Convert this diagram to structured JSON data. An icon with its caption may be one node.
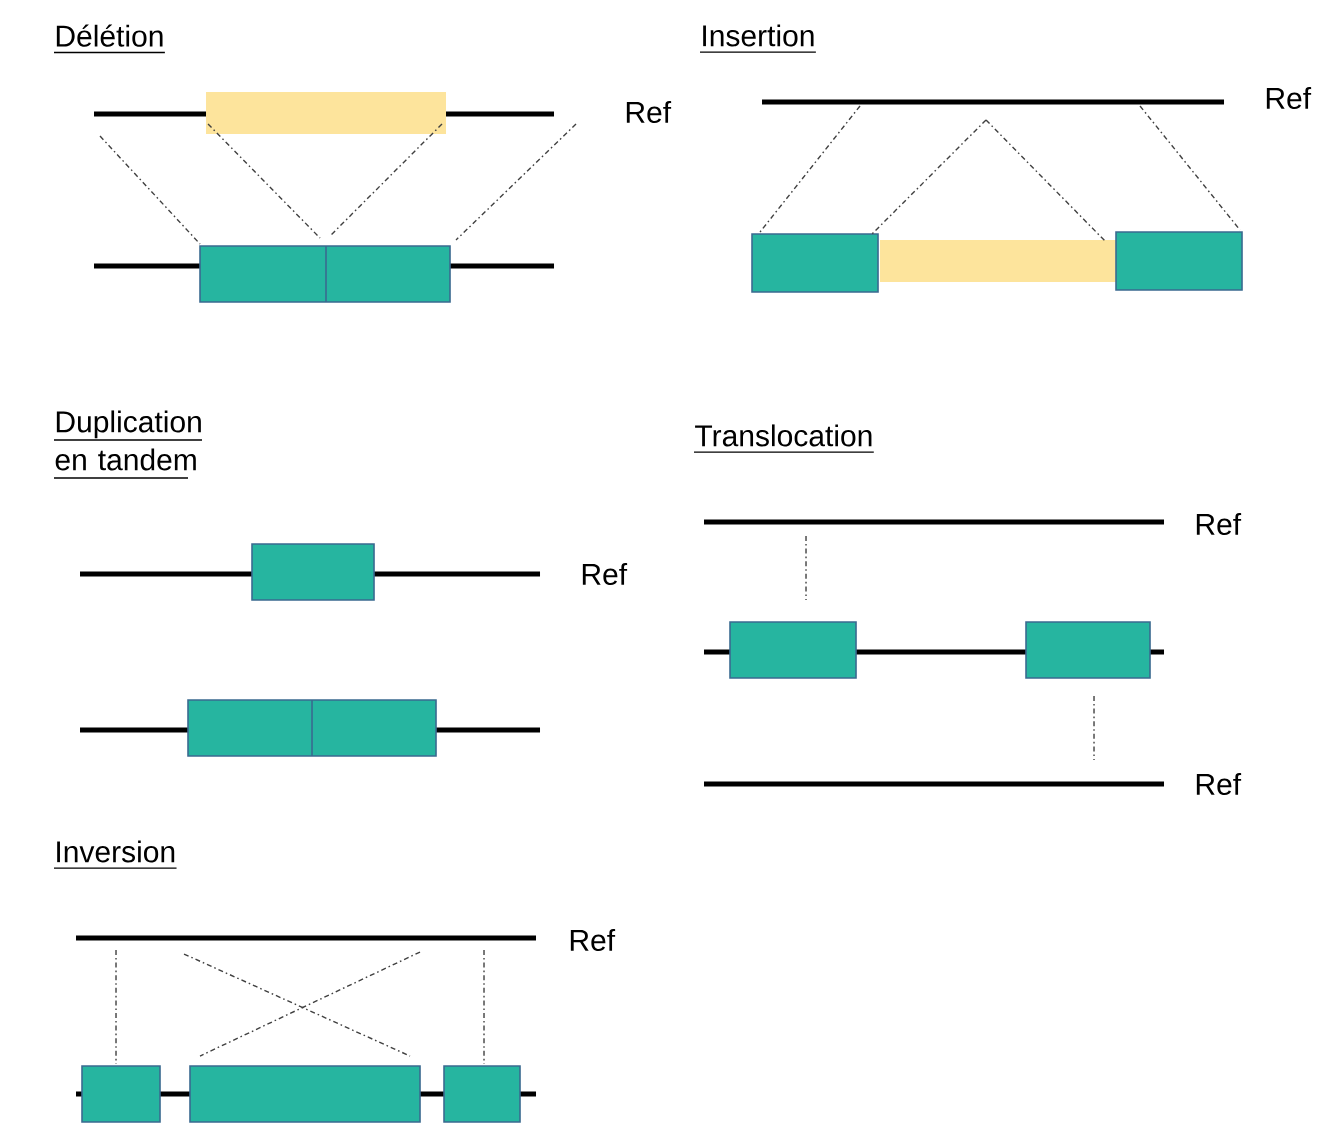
{
  "diagram": {
    "labels": [
      "Délétion",
      "Ref",
      "Insertion",
      "Ref",
      "Duplication en tandem",
      "Ref",
      "Translocation",
      "Ref",
      "Ref",
      "Inversion",
      "Ref"
    ]
  }
}
